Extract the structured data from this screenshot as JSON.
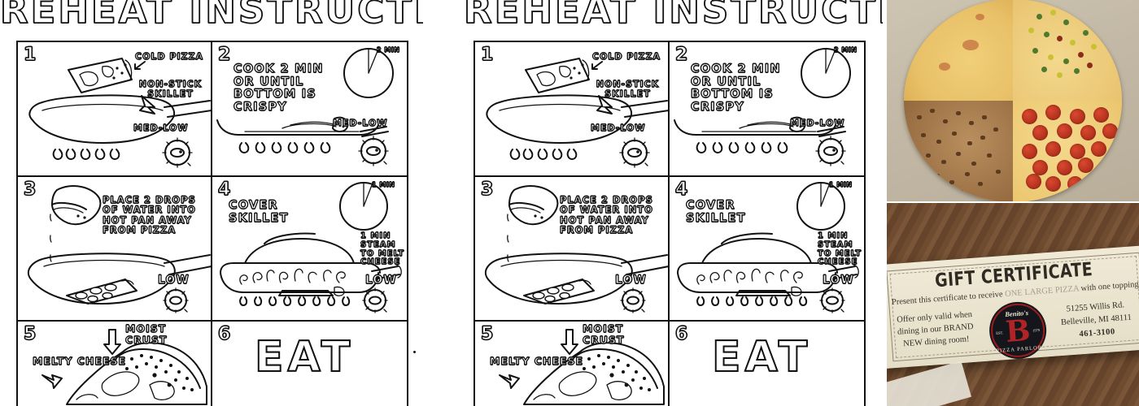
{
  "sheet": {
    "title": "REHEAT INSTRUCTIONS",
    "panels": [
      {
        "number": "1",
        "labels": [
          "COLD PIZZA",
          "NON-STICK SKILLET",
          "MED-LOW"
        ],
        "body": "",
        "timer": "",
        "timer_note": ""
      },
      {
        "number": "2",
        "labels": [
          "MED-LOW"
        ],
        "body": "COOK 2 MIN OR UNTIL BOTTOM IS CRISPY",
        "body_lines": [
          "COOK 2 MIN",
          "OR UNTIL",
          "BOTTOM IS",
          "CRISPY"
        ],
        "timer": "2 MIN",
        "timer_note": ""
      },
      {
        "number": "3",
        "labels": [
          "LOW"
        ],
        "body": "PLACE 2 DROPS OF WATER INTO HOT PAN AWAY FROM PIZZA",
        "body_lines": [
          "PLACE 2 DROPS",
          "OF WATER INTO",
          "HOT PAN AWAY",
          "FROM PIZZA"
        ],
        "timer": "",
        "timer_note": ""
      },
      {
        "number": "4",
        "labels": [
          "LOW"
        ],
        "body": "COVER SKILLET",
        "body_lines": [
          "COVER",
          "SKILLET"
        ],
        "timer": "1 MIN",
        "timer_note_lines": [
          "1 MIN",
          "STEAM",
          "TO MELT",
          "CHEESE"
        ]
      },
      {
        "number": "5",
        "labels": [
          "MOIST CRUST",
          "MELTY CHEESE"
        ],
        "body": "",
        "timer": "",
        "timer_note": ""
      },
      {
        "number": "6",
        "labels": [],
        "body": "EAT",
        "timer": "",
        "timer_note": ""
      }
    ]
  },
  "pizza_photo": {
    "alt": "large pizza with four topping quadrants in an open box",
    "quadrants": [
      "extra cheese",
      "green pepper and jalapeno",
      "ground beef",
      "pepperoni"
    ]
  },
  "certificate": {
    "title": "GIFT CERTIFICATE",
    "subtitle_prefix": "Present this certificate to receive ",
    "subtitle_faded": "ONE LARGE PIZZA",
    "subtitle_suffix": " with one topping",
    "offer_line1": "Offer only valid when",
    "offer_line2": "dining in our BRAND",
    "offer_line3": "NEW dining room!",
    "address_line1": "51255 Willis Rd.",
    "address_line2": "Belleville, MI 48111",
    "phone": "461-3100",
    "logo": {
      "brand": "Benito's",
      "monogram": "B",
      "sub": "PIZZA PARLOR",
      "est_label": "EST.",
      "est_year": "1979",
      "ring_color": "#9b1c1c",
      "field_color": "#14161c"
    }
  },
  "colors": {
    "ink": "#111111",
    "paper": "#ffffff",
    "cert_paper": "#efe9d6",
    "wood": "#6f4c30",
    "logo_red": "#b02425"
  }
}
